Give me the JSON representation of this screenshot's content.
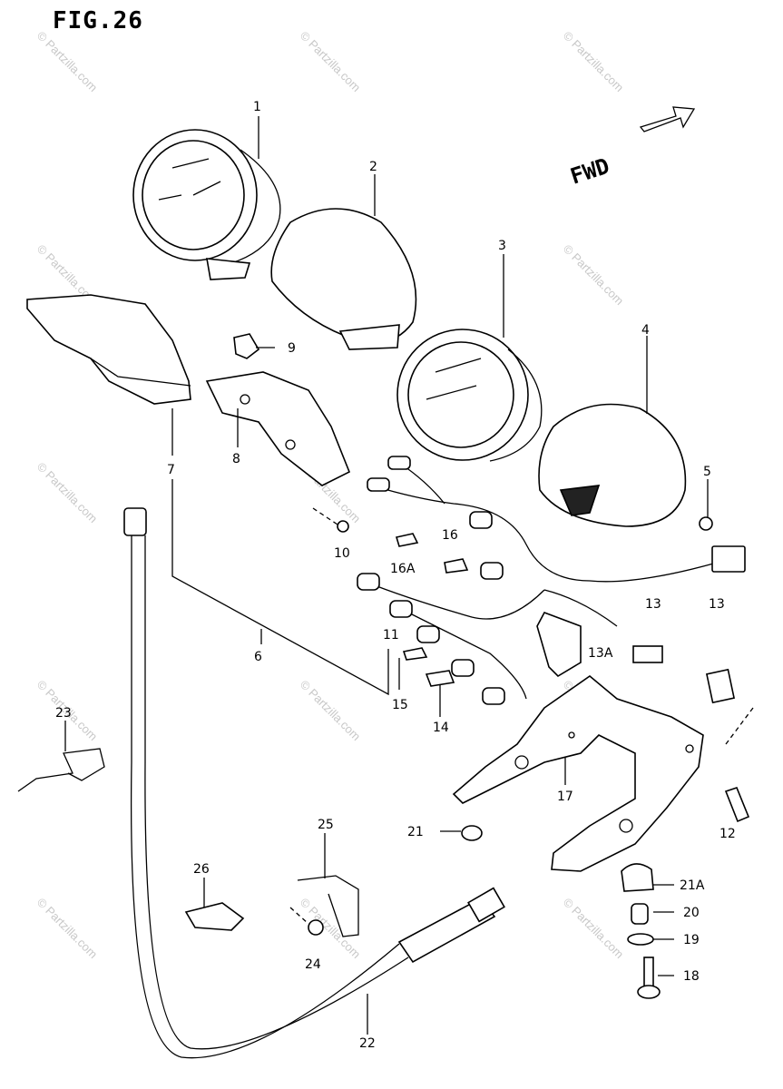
{
  "figure": {
    "title": "FIG.26",
    "direction_label": "FWD"
  },
  "watermark": "© Partzilla.com",
  "callouts": [
    "1",
    "2",
    "3",
    "4",
    "5",
    "6",
    "7",
    "8",
    "9",
    "10",
    "11",
    "12",
    "13",
    "13",
    "13A",
    "14",
    "15",
    "16",
    "16A",
    "17",
    "18",
    "19",
    "20",
    "21",
    "21A",
    "22",
    "23",
    "24",
    "25",
    "26"
  ]
}
